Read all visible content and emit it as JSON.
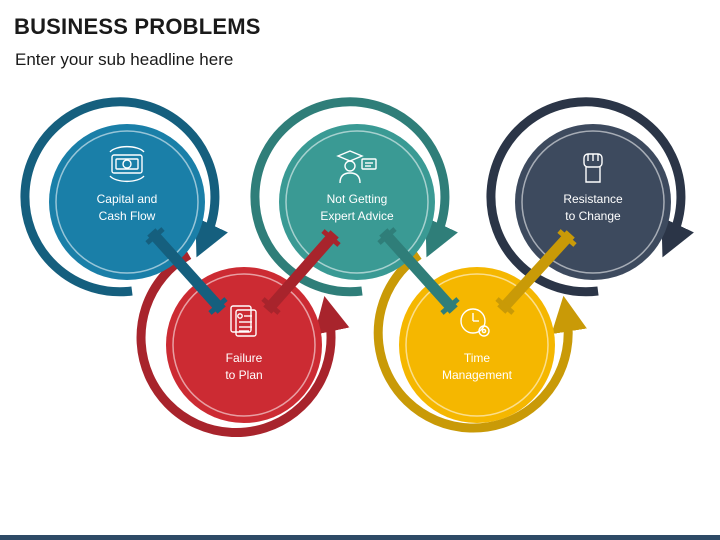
{
  "title": "BUSINESS PROBLEMS",
  "subtitle": "Enter your sub headline here",
  "colors": {
    "blue": "#1a7fa8",
    "blue_dark": "#155f7e",
    "red": "#cc2b33",
    "red_dark": "#a8242c",
    "teal": "#3a9a94",
    "teal_dark": "#2f7e79",
    "yellow": "#f5b700",
    "yellow_dark": "#c99a07",
    "slate": "#3d4a5e",
    "slate_dark": "#2b3547",
    "bottom_bar": "#2e4a66"
  },
  "items": [
    {
      "id": "capital",
      "line1": "Capital and",
      "line2": "Cash Flow",
      "icon": "money-icon"
    },
    {
      "id": "failure",
      "line1": "Failure",
      "line2": "to Plan",
      "icon": "checklist-icon"
    },
    {
      "id": "expert",
      "line1": "Not Getting",
      "line2": "Expert Advice",
      "icon": "teacher-icon"
    },
    {
      "id": "time",
      "line1": "Time",
      "line2": "Management",
      "icon": "clock-gear-icon"
    },
    {
      "id": "resistance",
      "line1": "Resistance",
      "line2": "to Change",
      "icon": "fist-icon"
    }
  ]
}
